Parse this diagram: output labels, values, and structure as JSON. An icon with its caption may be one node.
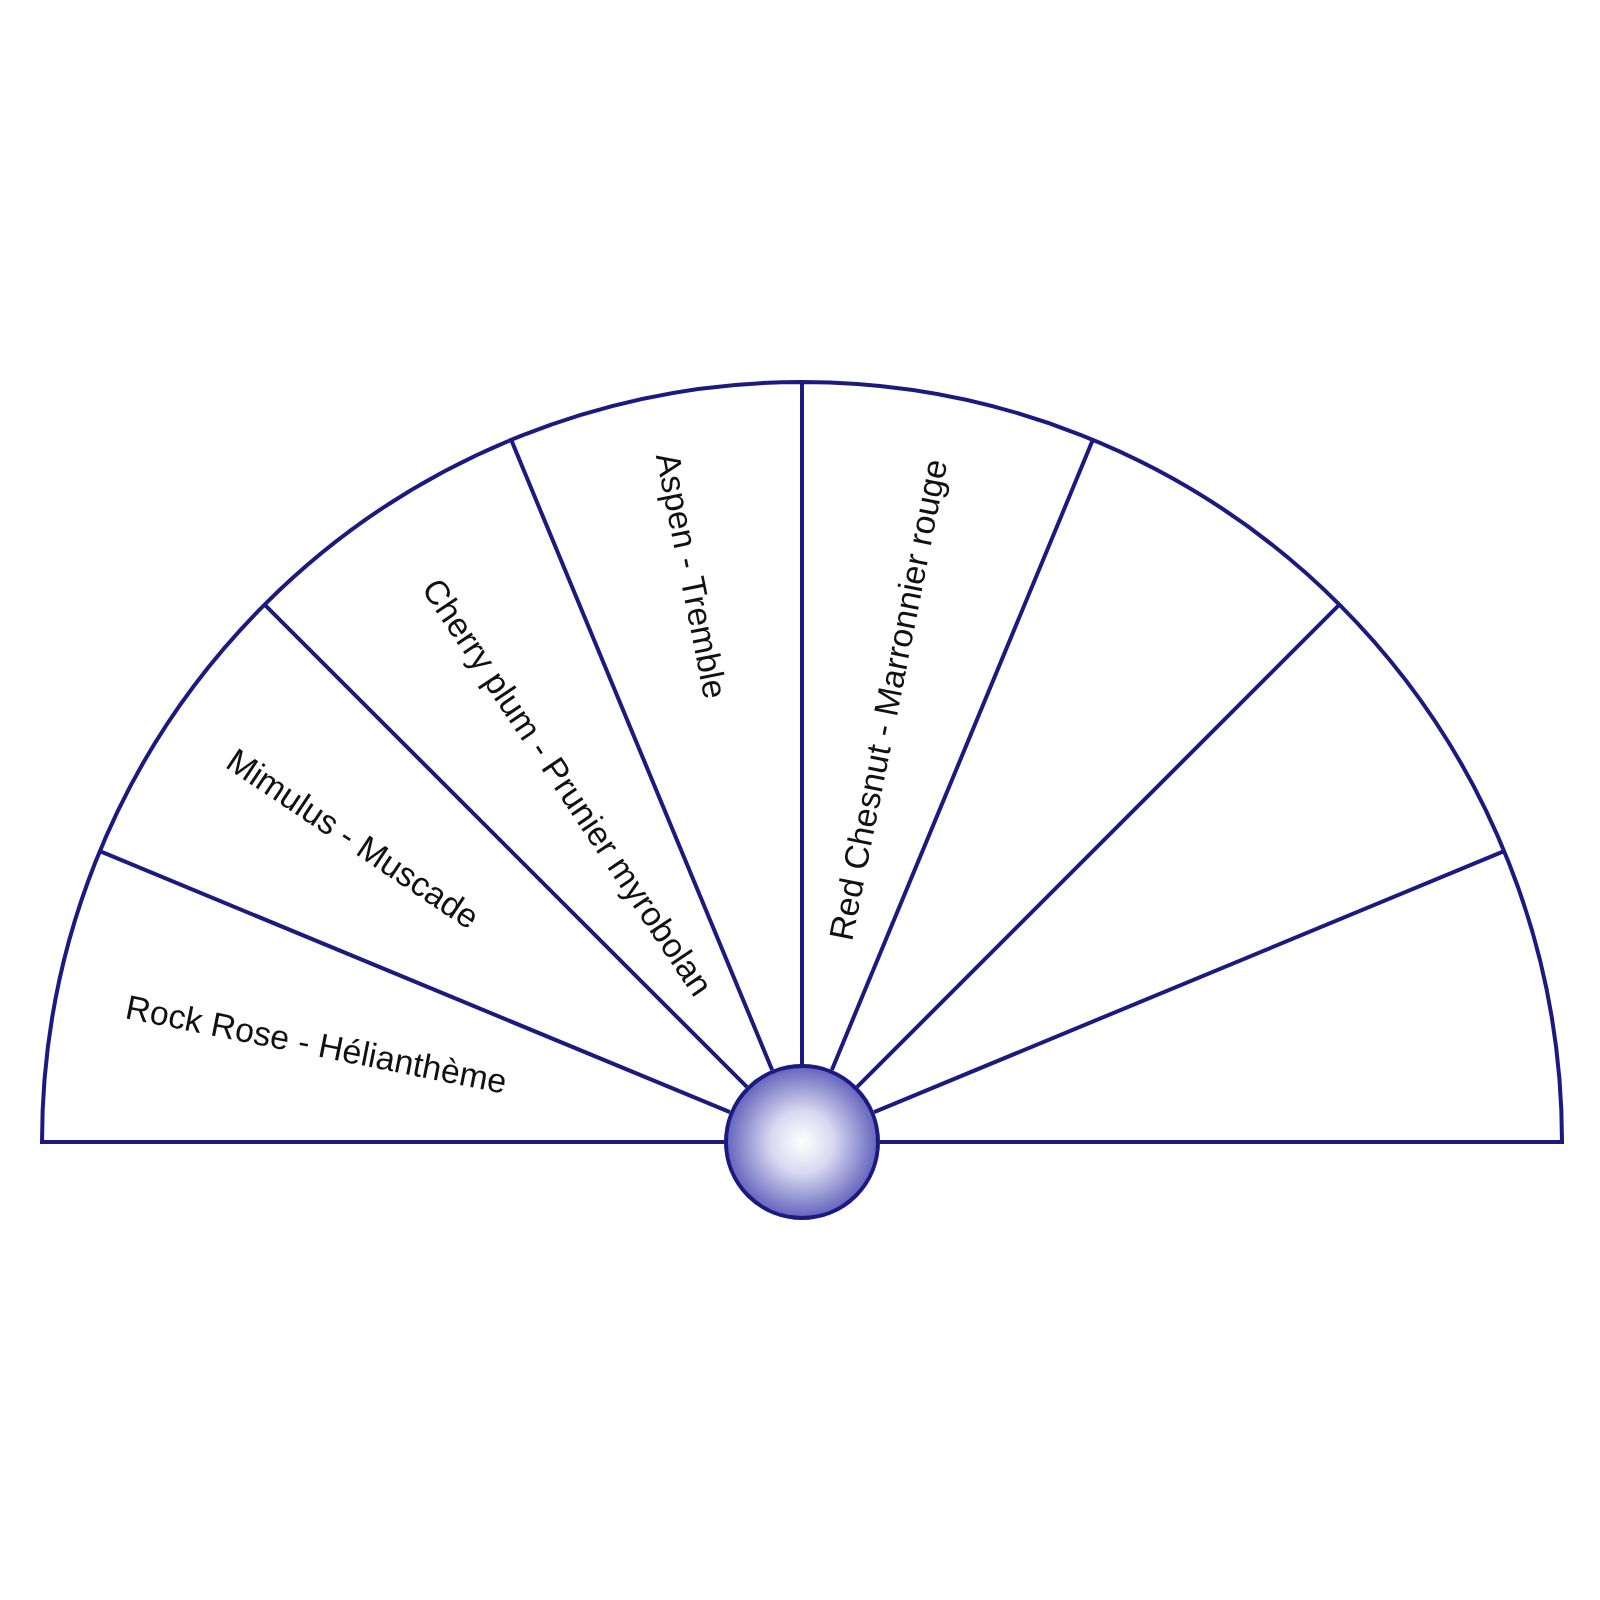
{
  "diagram": {
    "nodes": [
      {
        "text": [
          "Rock Rose - Hélianthème"
        ]
      },
      {
        "text": [
          "Mimulus - Muscade"
        ]
      },
      {
        "text": [
          "Cherry plum - Prunier myrobolan"
        ]
      },
      {
        "text": [
          "Aspen - Tremble"
        ]
      },
      {
        "text": [
          "Red Chesnut - Marronnier rouge"
        ]
      },
      {
        "text": [],
        "shape": "circle"
      }
    ]
  }
}
